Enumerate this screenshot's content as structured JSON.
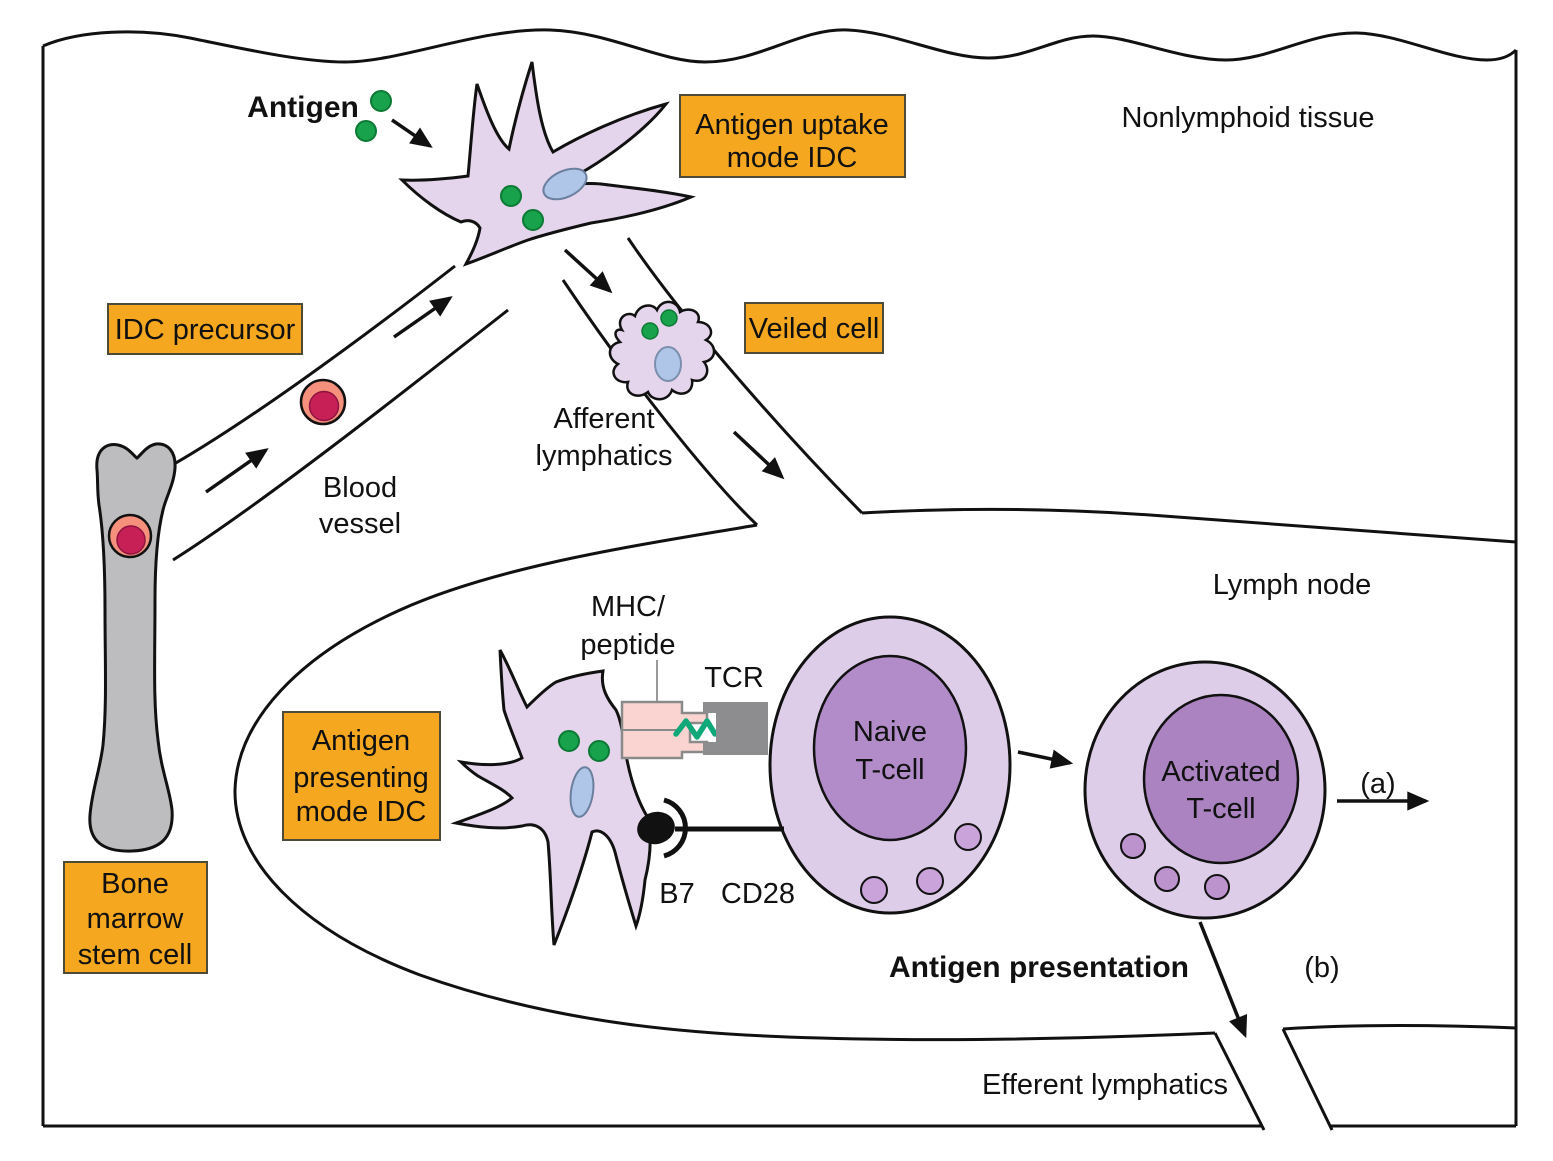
{
  "title": "Dendritic cell antigen uptake and presentation diagram",
  "colors": {
    "box_fill": "#F5A71F",
    "box_border": "#4D4A3A",
    "cell_purple": "#E4D5EC",
    "tcell_fill": "#DECDE9",
    "tcell_nucleus": "#B18CC8",
    "activated_nucleus": "#AB83C0",
    "granule": "#C9A3DA",
    "blue_nucleus": "#AFC6E8",
    "antigen_green": "#17A24B",
    "rbc_outer": "#F5907C",
    "rbc_inner": "#C72057",
    "bone_gray": "#BDBDBF",
    "mhc_pink": "#F9D4D0",
    "tcr_gray": "#8D8D8F",
    "peptide_green": "#0FA878",
    "line_black": "#111111"
  },
  "regions": {
    "nonlymphoid": {
      "label": "Nonlymphoid tissue"
    },
    "lymph_node": {
      "label": "Lymph node"
    },
    "efferent": {
      "label": "Efferent lymphatics"
    },
    "afferent": {
      "line1": "Afferent",
      "line2": "lymphatics"
    },
    "blood_vessel": {
      "line1": "Blood",
      "line2": "vessel"
    }
  },
  "boxes": {
    "uptake": {
      "line1": "Antigen uptake",
      "line2": "mode IDC"
    },
    "idc_precursor": {
      "label": "IDC precursor"
    },
    "veiled": {
      "label": "Veiled cell"
    },
    "presenting": {
      "line1": "Antigen",
      "line2": "presenting",
      "line3": "mode IDC"
    },
    "bone_marrow": {
      "line1": "Bone",
      "line2": "marrow",
      "line3": "stem cell"
    }
  },
  "labels": {
    "antigen": "Antigen",
    "mhc": {
      "line1": "MHC/",
      "line2": "peptide"
    },
    "tcr": "TCR",
    "b7": "B7",
    "cd28": "CD28",
    "naive": {
      "line1": "Naive",
      "line2": "T-cell"
    },
    "activated": {
      "line1": "Activated",
      "line2": "T-cell"
    },
    "antigen_presentation": "Antigen presentation",
    "arrow_a": "(a)",
    "arrow_b": "(b)"
  }
}
